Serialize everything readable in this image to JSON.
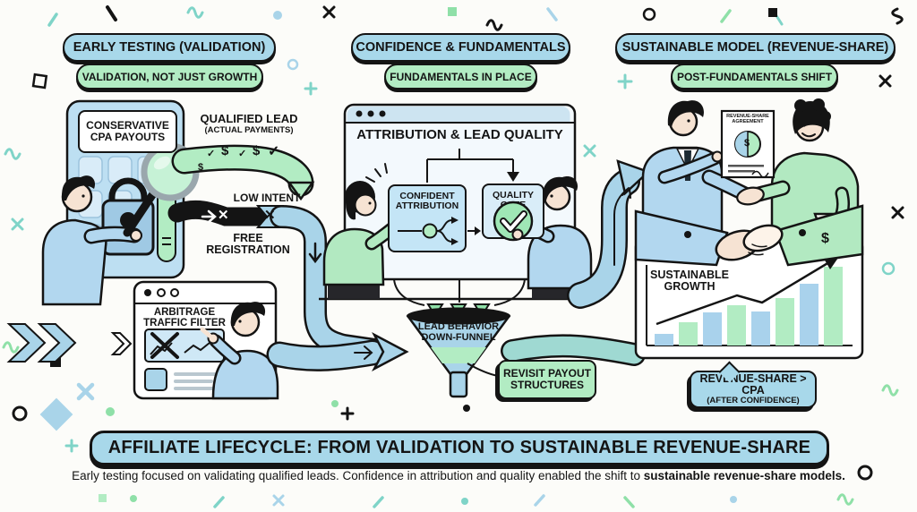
{
  "columns": [
    {
      "header": "EARLY TESTING (VALIDATION)",
      "subheader": "VALIDATION, NOT JUST GROWTH"
    },
    {
      "header": "CONFIDENCE & FUNDAMENTALS",
      "subheader": "FUNDAMENTALS IN PLACE"
    },
    {
      "header": "SUSTAINABLE MODEL (REVENUE-SHARE)",
      "subheader": "POST-FUNDAMENTALS SHIFT"
    }
  ],
  "early": {
    "cpa_line1": "CONSERVATIVE",
    "cpa_line2": "CPA PAYOUTS",
    "qualified_lead": "QUALIFIED LEAD",
    "qualified_lead_sub": "(ACTUAL PAYMENTS)",
    "low_intent": "LOW INTENT",
    "free_registration_line1": "FREE",
    "free_registration_line2": "REGISTRATION",
    "filter_line1": "ARBITRAGE",
    "filter_line2": "TRAFFIC FILTER"
  },
  "confidence": {
    "panel_title": "ATTRIBUTION & LEAD QUALITY",
    "attribution_line1": "CONFIDENT",
    "attribution_line2": "ATTRIBUTION",
    "gate_line1": "QUALITY",
    "gate_line2": "GATE",
    "funnel_line1": "LEAD BEHAVIOR",
    "funnel_line2": "DOWN-FUNNEL",
    "revisit_line1": "REVISIT PAYOUT",
    "revisit_line2": "STRUCTURES"
  },
  "sustainable": {
    "agreement_line1": "REVENUE-SHARE",
    "agreement_line2": "AGREEMENT",
    "growth_line1": "SUSTAINABLE",
    "growth_line2": "GROWTH",
    "callout_line1": "REVENUE-SHARE > CPA",
    "callout_line2": "(AFTER CONFIDENCE)",
    "growth_bars": [
      {
        "h": 13,
        "c": "blue"
      },
      {
        "h": 26,
        "c": "green"
      },
      {
        "h": 37,
        "c": "blue"
      },
      {
        "h": 45,
        "c": "green"
      },
      {
        "h": 38,
        "c": "blue"
      },
      {
        "h": 53,
        "c": "green"
      },
      {
        "h": 69,
        "c": "blue"
      },
      {
        "h": 88,
        "c": "green"
      }
    ]
  },
  "footer": {
    "banner": "AFFILIATE LIFECYCLE: FROM VALIDATION TO SUSTAINABLE REVENUE-SHARE",
    "caption_text": "Early testing focused on validating qualified leads. Confidence in attribution and quality enabled the shift to ",
    "caption_bold": "sustainable revenue-share models."
  },
  "icons": {
    "dollar": "$",
    "check": "✓",
    "cross": "✕"
  },
  "colors": {
    "pill_blue": "#a8d8ea",
    "pill_green": "#b2ecc3",
    "panel_blue": "#bddff2",
    "ribbon_green": "#b2ecc3",
    "band_blue": "#a9d4e9",
    "teal_band": "#9fd9d2",
    "bar_blue": "#a9d2ec",
    "bar_green": "#b2ecc3",
    "ink": "#141414",
    "background": "#fcfcf9"
  }
}
